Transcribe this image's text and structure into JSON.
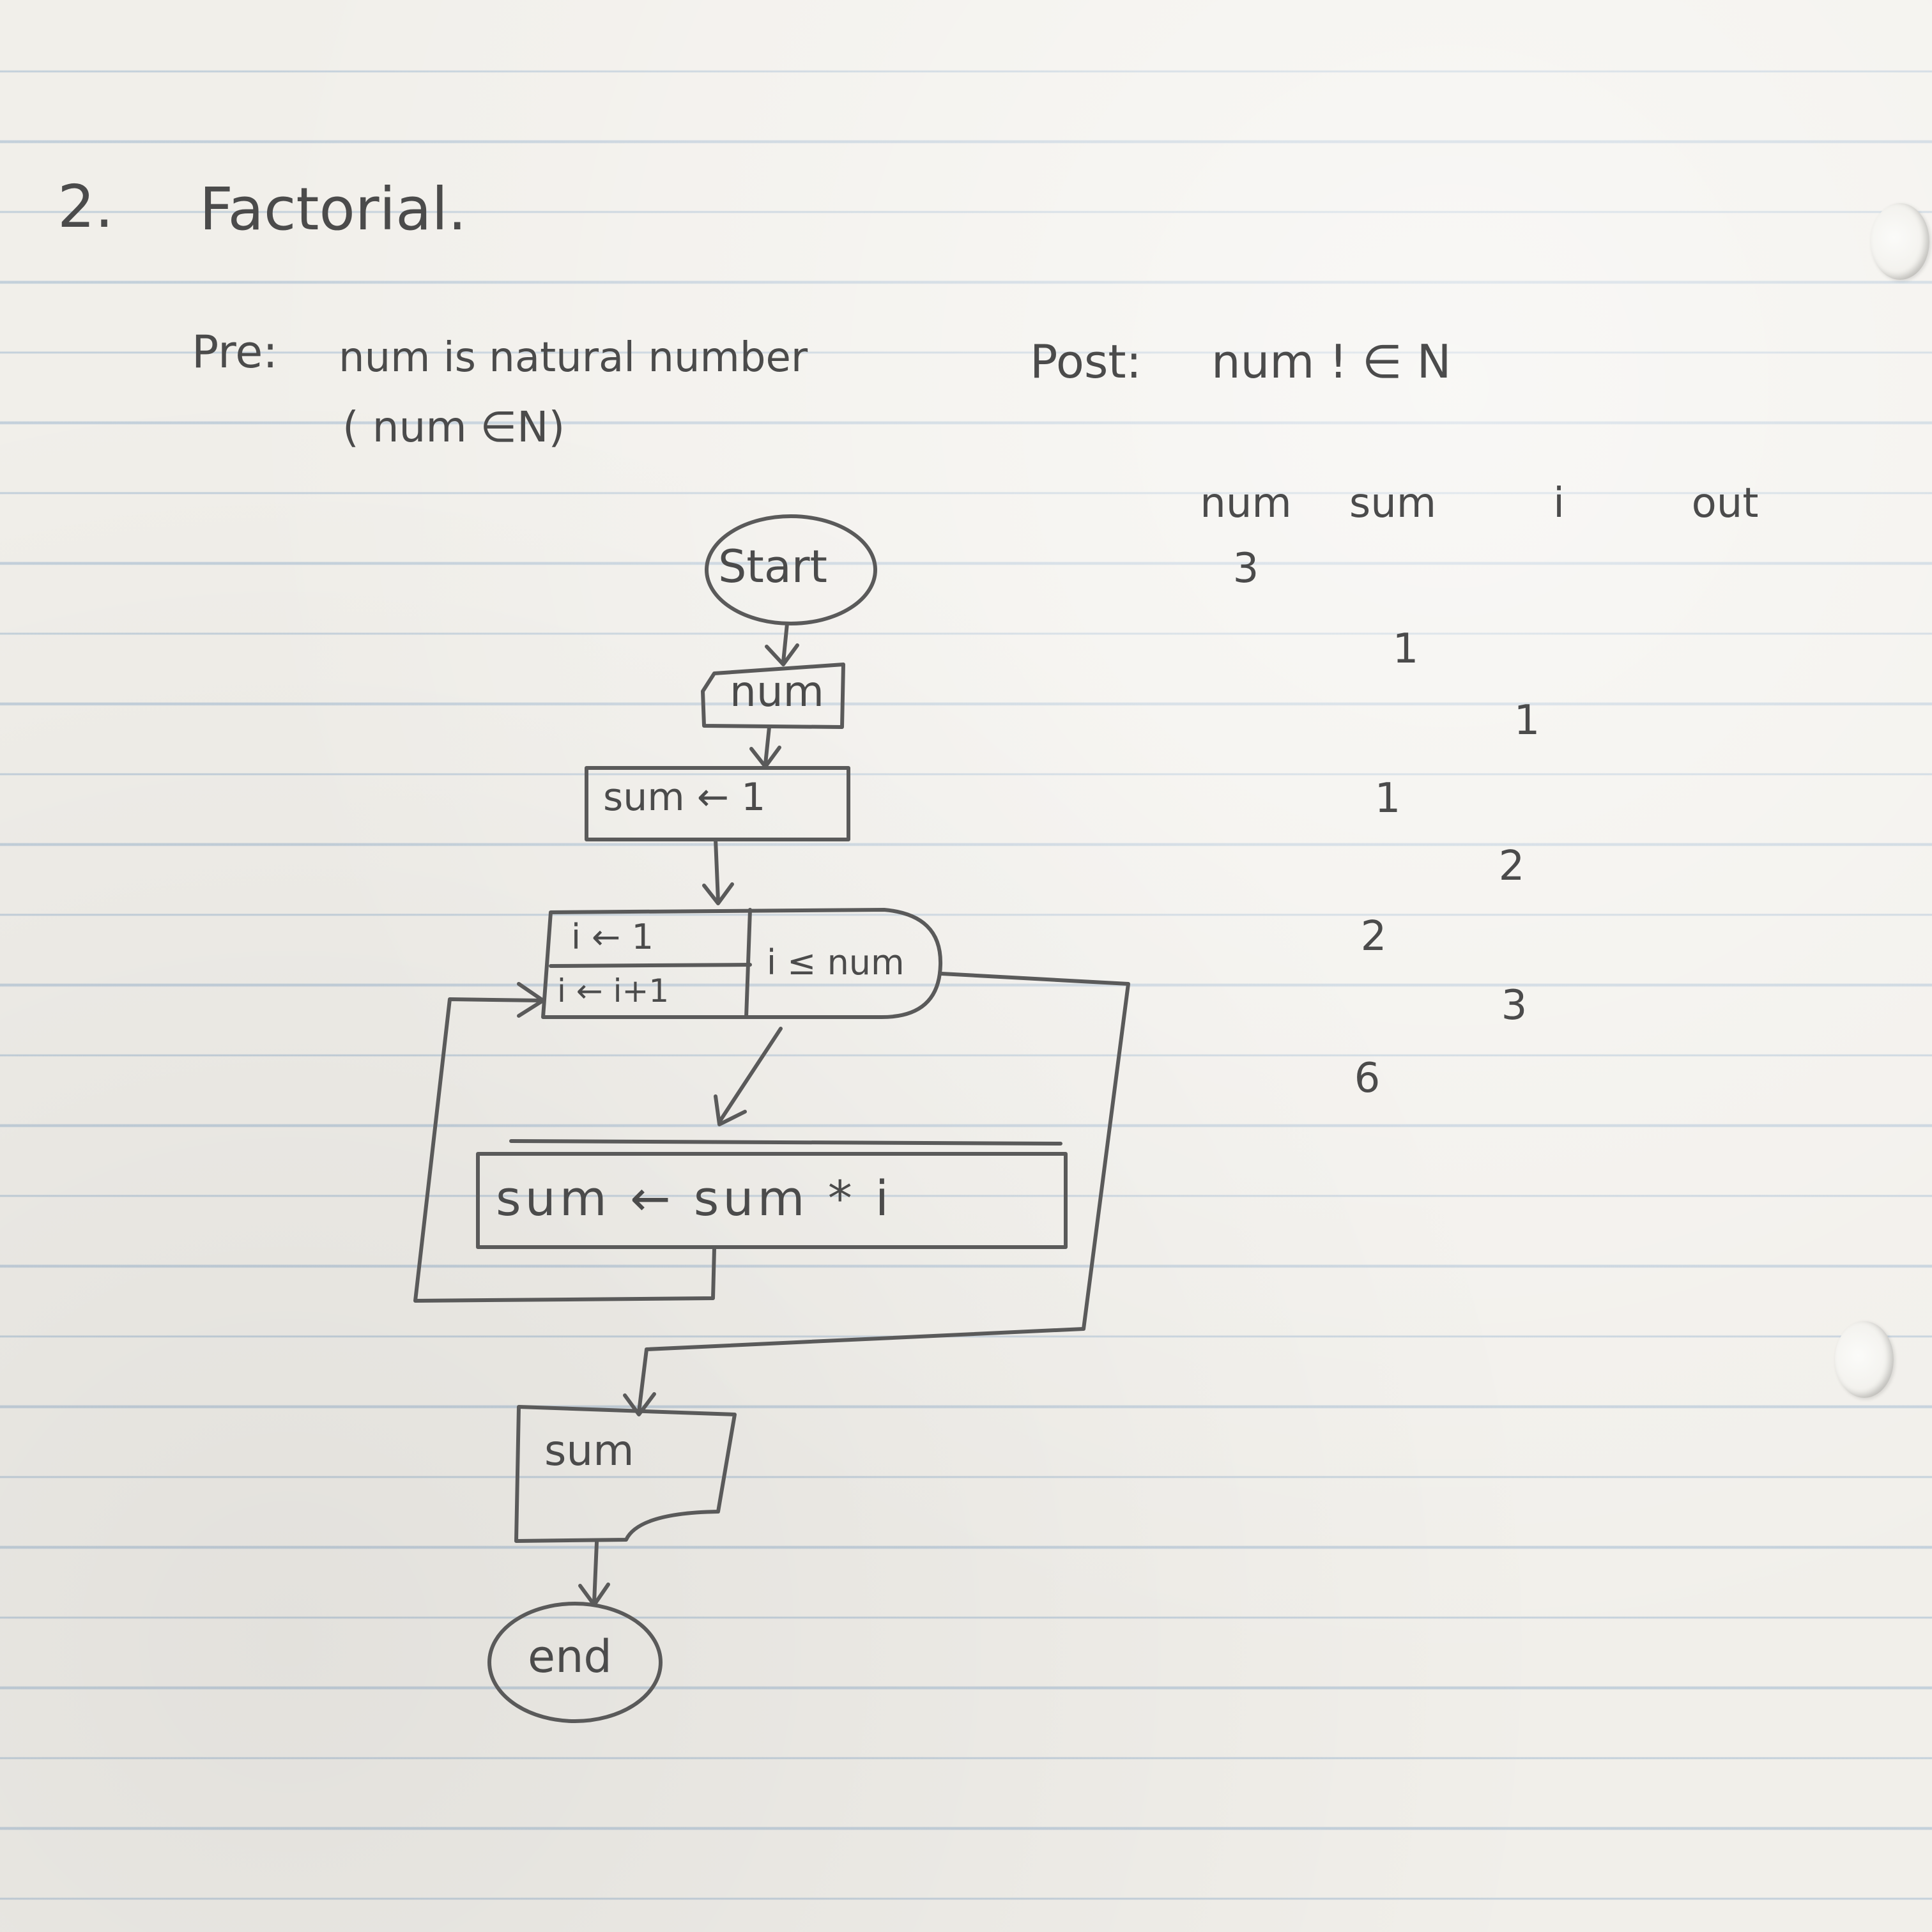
{
  "heading": {
    "number": "2.",
    "title": "Factorial."
  },
  "conditions": {
    "pre_label": "Pre:",
    "pre_text": "num is natural number",
    "pre_note": "( num ∈N)",
    "post_label": "Post:",
    "post_text": "num ! ∈ N"
  },
  "flowchart": {
    "start": "Start",
    "input": "num",
    "init": "sum ← 1",
    "loop_init": "i ← 1",
    "loop_update": "i ← i+1",
    "loop_condition": "i ≤ num",
    "body": "sum ← sum * i",
    "output": "sum",
    "end": "end"
  },
  "trace_table": {
    "columns": [
      "num",
      "sum",
      "i",
      "out"
    ],
    "entries": [
      {
        "column": "num",
        "value": "3"
      },
      {
        "column": "sum",
        "value": "1"
      },
      {
        "column": "i",
        "value": "1"
      },
      {
        "column": "sum",
        "value": "1"
      },
      {
        "column": "i",
        "value": "2"
      },
      {
        "column": "sum",
        "value": "2"
      },
      {
        "column": "i",
        "value": "3"
      },
      {
        "column": "sum",
        "value": "6"
      }
    ]
  }
}
